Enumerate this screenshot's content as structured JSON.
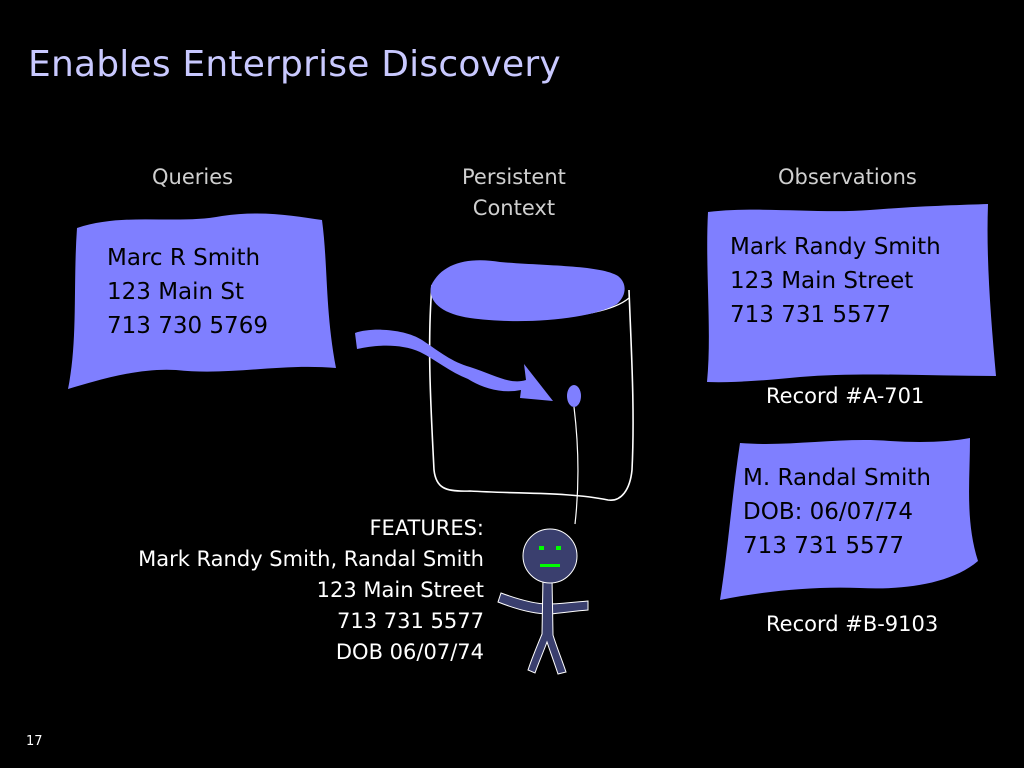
{
  "slide": {
    "title": "Enables Enterprise Discovery",
    "page_number": "17"
  },
  "columns": {
    "queries": "Queries",
    "persistent_context": "Persistent\nContext",
    "observations": "Observations"
  },
  "query_card": {
    "lines": "Marc R Smith\n123 Main St\n713 730 5769"
  },
  "observation_a": {
    "lines": "Mark Randy Smith\n123 Main Street\n713 731 5577",
    "record": "Record #A-701"
  },
  "observation_b": {
    "lines": "M. Randal Smith\nDOB: 06/07/74\n713 731 5577",
    "record": "Record #B-9103"
  },
  "features": {
    "heading": "FEATURES:",
    "lines": "Mark Randy Smith, Randal Smith\n123 Main Street\n713 731 5577\nDOB 06/07/74"
  },
  "colors": {
    "background": "#000000",
    "card_fill": "#7f7fff",
    "title_text": "#c9c9ff",
    "figure_fill": "#3a3f6e"
  }
}
